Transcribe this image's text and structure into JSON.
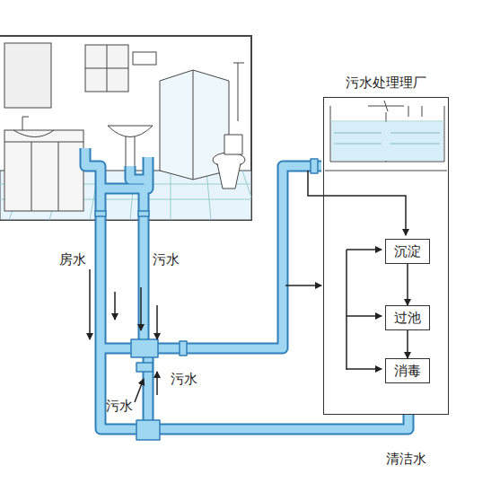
{
  "diagram": {
    "nodes": [
      {
        "text": [
          "污水处理理厂"
        ]
      },
      {
        "text": [
          "沉淀"
        ],
        "in": 0
      },
      {
        "text": [
          "过池"
        ],
        "in": 0
      },
      {
        "text": [
          "消毒"
        ],
        "in": 0
      }
    ],
    "edges": [
      {
        "from": 1,
        "to": 2,
        "arrow": "to"
      },
      {
        "from": 2,
        "to": 3,
        "arrow": "to"
      }
    ],
    "labels": [
      "房水",
      "污水",
      "污水",
      "污水",
      "清洁水"
    ]
  }
}
